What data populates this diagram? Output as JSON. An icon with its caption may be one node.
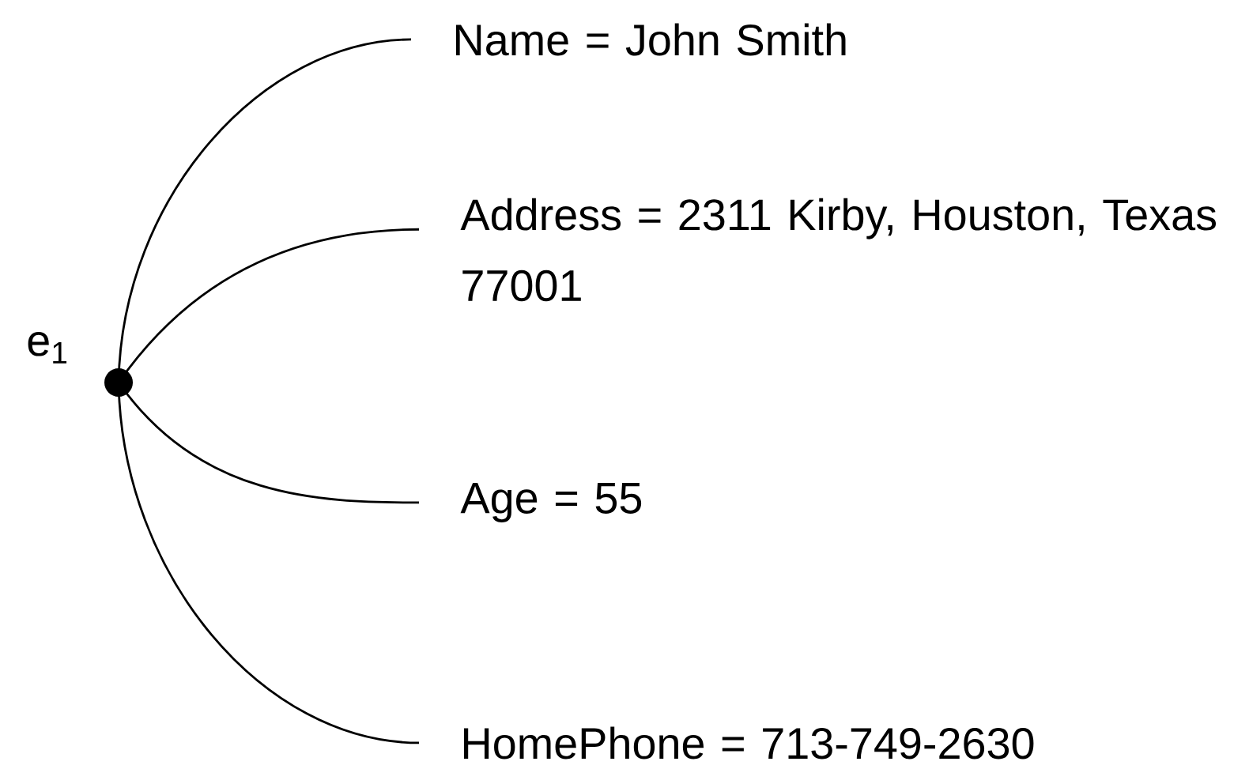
{
  "diagram": {
    "nodes": [
      {
        "text": [],
        "shape": "circle",
        "beside": [
          "e$_{1}$"
        ]
      },
      {
        "text": [
          "Name = John Smith"
        ]
      },
      {
        "text": [
          "Address = 2311 Kirby, Houston, Texas 77001"
        ]
      },
      {
        "text": [
          "Age = 55"
        ]
      },
      {
        "text": [
          "HomePhone = 713-749-2630"
        ]
      }
    ],
    "edges": [
      {
        "from": 0,
        "to": 1,
        "arrow": "none"
      },
      {
        "from": 0,
        "to": 2,
        "arrow": "none"
      },
      {
        "from": 0,
        "to": 3,
        "arrow": "none"
      },
      {
        "from": 0,
        "to": 4,
        "arrow": "none"
      }
    ]
  }
}
